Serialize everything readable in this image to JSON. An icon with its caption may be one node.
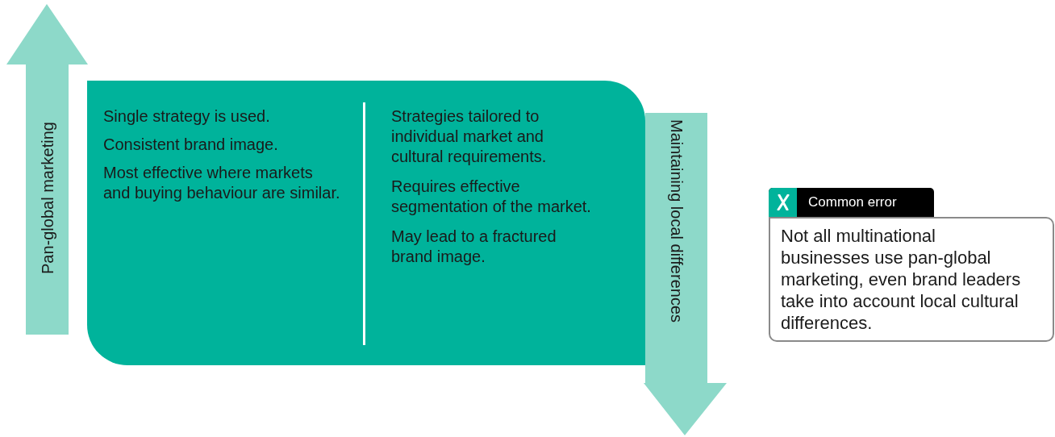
{
  "diagram": {
    "nodes": [
      {
        "text": [],
        "shape": "box"
      },
      {
        "text": [
          "Single strategy is used.",
          "Consistent brand image.",
          "Most effective where markets and buying behaviour are similar."
        ],
        "in": 0
      },
      {
        "text": [
          "Strategies tailored to individual market and cultural requirements.",
          "Requires effective segmentation of the market.",
          "May lead to a fractured brand image."
        ],
        "in": 0
      },
      {
        "text": [
          "Common error",
          "Not all multinational businesses use pan-global marketing, even brand leaders take into account local cultural differences."
        ]
      }
    ],
    "labels": [
      "Pan-global marketing",
      "Maintaining local differences"
    ]
  }
}
